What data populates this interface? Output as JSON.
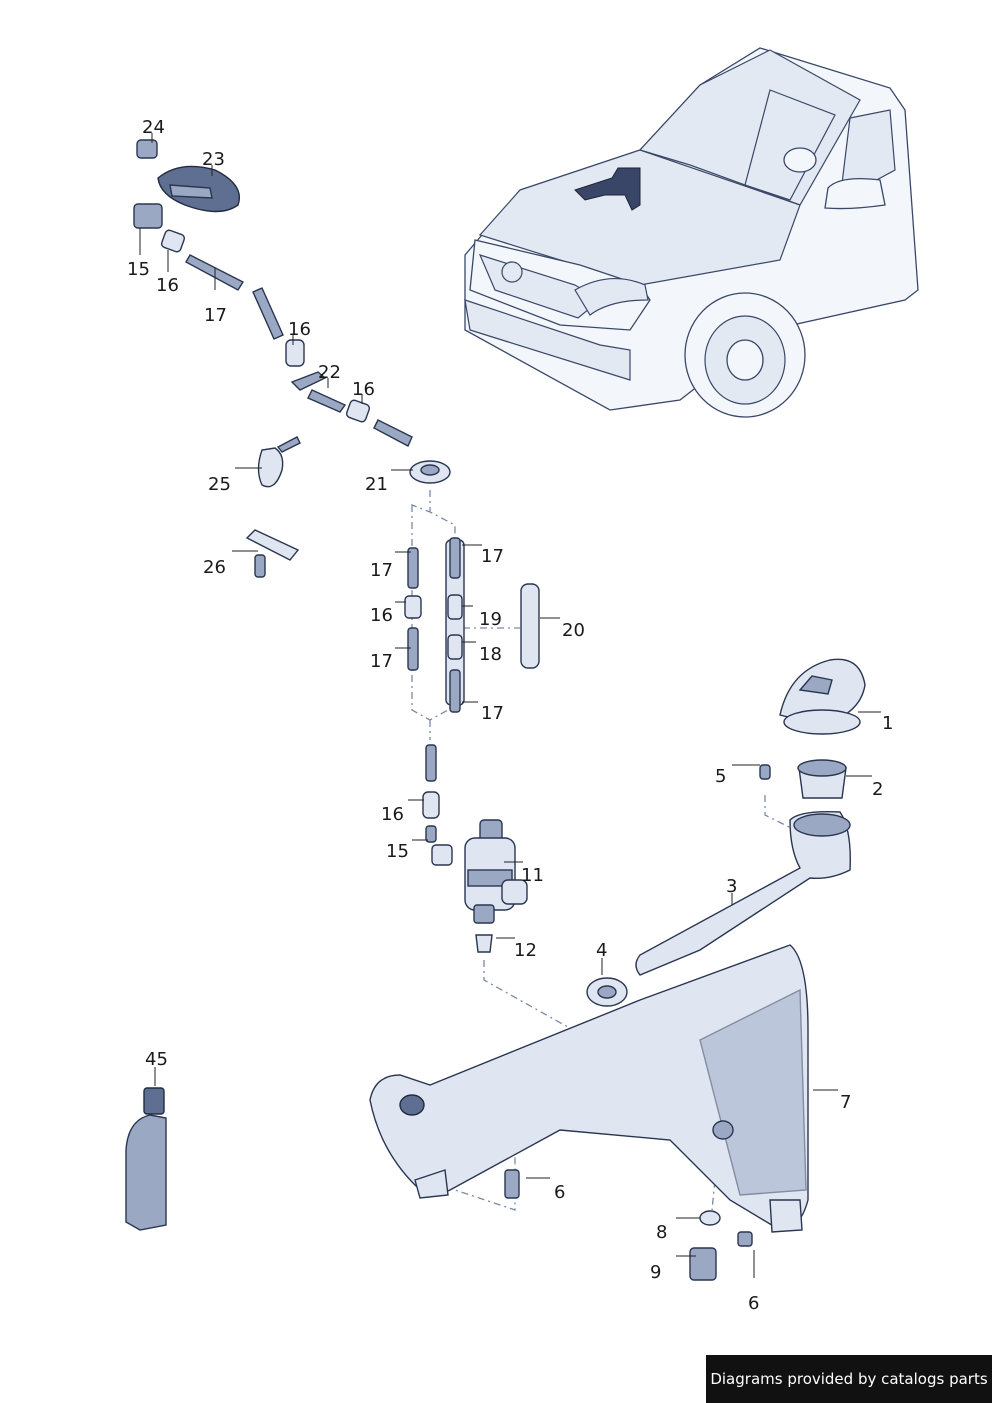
{
  "callouts": [
    "24",
    "23",
    "15",
    "16",
    "17",
    "16",
    "22",
    "16",
    "25",
    "21",
    "26",
    "17",
    "17",
    "16",
    "19",
    "20",
    "18",
    "17",
    "17",
    "1",
    "5",
    "2",
    "16",
    "15",
    "11",
    "3",
    "12",
    "4",
    "45",
    "7",
    "6",
    "8",
    "9",
    "6"
  ],
  "watermark": "Diagrams provided by catalogs parts"
}
